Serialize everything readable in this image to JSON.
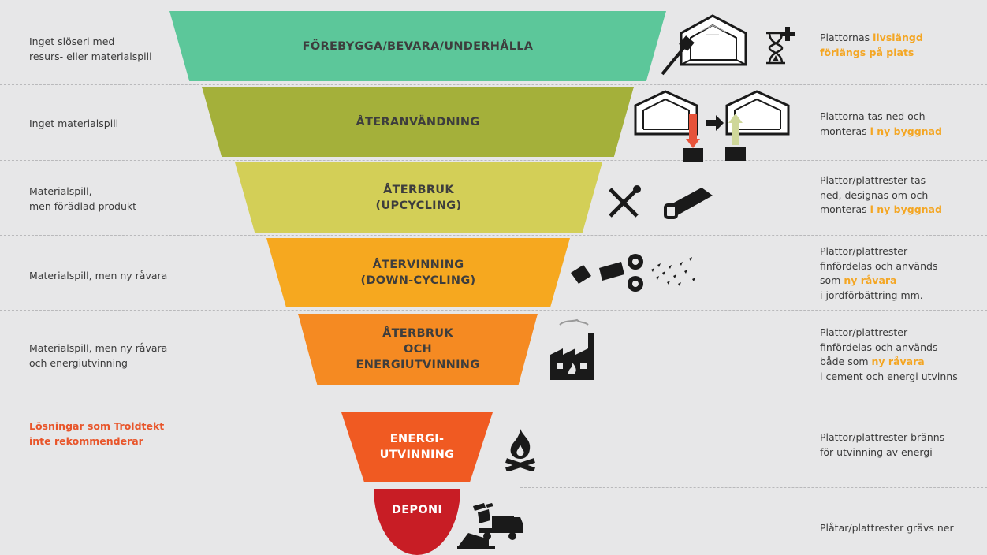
{
  "bands": [
    {
      "lines": [
        "FÖREBYGGA/BEVARA/UNDERHÅLLA"
      ],
      "color": "#5cc79a"
    },
    {
      "lines": [
        "ÅTERANVÄNDNING"
      ],
      "color": "#a4b03a"
    },
    {
      "lines": [
        "ÅTERBRUK",
        "(UPCYCLING)"
      ],
      "color": "#d3cf57"
    },
    {
      "lines": [
        "ÅTERVINNING",
        "(DOWN-CYCLING)"
      ],
      "color": "#f6a81f"
    },
    {
      "lines": [
        "ÅTERBRUK",
        "OCH",
        "ENERGIUTVINNING"
      ],
      "color": "#f58a22"
    },
    {
      "lines": [
        "ENERGI-",
        "UTVINNING"
      ],
      "color": "#f05a22"
    },
    {
      "lines": [
        "DEPONI"
      ],
      "color": "#c81d25"
    }
  ],
  "left": [
    {
      "lines": [
        "Inget slöseri med",
        "resurs- eller materialspill"
      ]
    },
    {
      "lines": [
        "Inget materialspill"
      ]
    },
    {
      "lines": [
        "Materialspill,",
        "men förädlad produkt"
      ]
    },
    {
      "lines": [
        "Materialspill, men ny råvara"
      ]
    },
    {
      "lines": [
        "Materialspill, men ny råvara",
        "och energiutvinning"
      ]
    },
    {
      "lines": [
        "Lösningar som Troldtekt",
        "inte rekommenderar"
      ]
    }
  ],
  "right": [
    {
      "lines": [
        [
          {
            "t": "Plattornas "
          },
          {
            "t": "livslängd",
            "h": true
          }
        ],
        [
          {
            "t": "förlängs på plats",
            "h": true
          }
        ]
      ]
    },
    {
      "lines": [
        [
          {
            "t": "Plattorna tas ned och"
          }
        ],
        [
          {
            "t": "monteras "
          },
          {
            "t": "i ny byggnad",
            "h": true
          }
        ]
      ]
    },
    {
      "lines": [
        [
          {
            "t": "Plattor/plattrester tas"
          }
        ],
        [
          {
            "t": "ned, designas om och"
          }
        ],
        [
          {
            "t": "monteras "
          },
          {
            "t": "i ny byggnad",
            "h": true
          }
        ]
      ]
    },
    {
      "lines": [
        [
          {
            "t": "Plattor/plattrester"
          }
        ],
        [
          {
            "t": "finfördelas och används"
          }
        ],
        [
          {
            "t": "som "
          },
          {
            "t": "ny råvara",
            "h": true
          }
        ],
        [
          {
            "t": "i jordförbättring mm."
          }
        ]
      ]
    },
    {
      "lines": [
        [
          {
            "t": "Plattor/plattrester"
          }
        ],
        [
          {
            "t": "finfördelas och används"
          }
        ],
        [
          {
            "t": "både som "
          },
          {
            "t": "ny råvara",
            "h": true
          }
        ],
        [
          {
            "t": "i cement och energi utvinns"
          }
        ]
      ]
    },
    {
      "lines": [
        [
          {
            "t": "Plattor/plattrester bränns"
          }
        ],
        [
          {
            "t": "för utvinning av energi"
          }
        ]
      ]
    },
    {
      "lines": [
        [
          {
            "t": "Plåtar/plattrester grävs ner"
          }
        ]
      ]
    }
  ],
  "colors": {
    "background": "#e7e7e8",
    "highlight": "#f4a623",
    "warning": "#e8552a",
    "text": "#3a3a3a"
  },
  "icons": [
    "ceiling-brush-icon",
    "hourglass-plus-icon",
    "ceiling-reuse-icon",
    "tools-icon",
    "saw-icon",
    "shredder-gears-icon",
    "factory-icon",
    "fire-icon",
    "bulldozer-truck-icon"
  ]
}
